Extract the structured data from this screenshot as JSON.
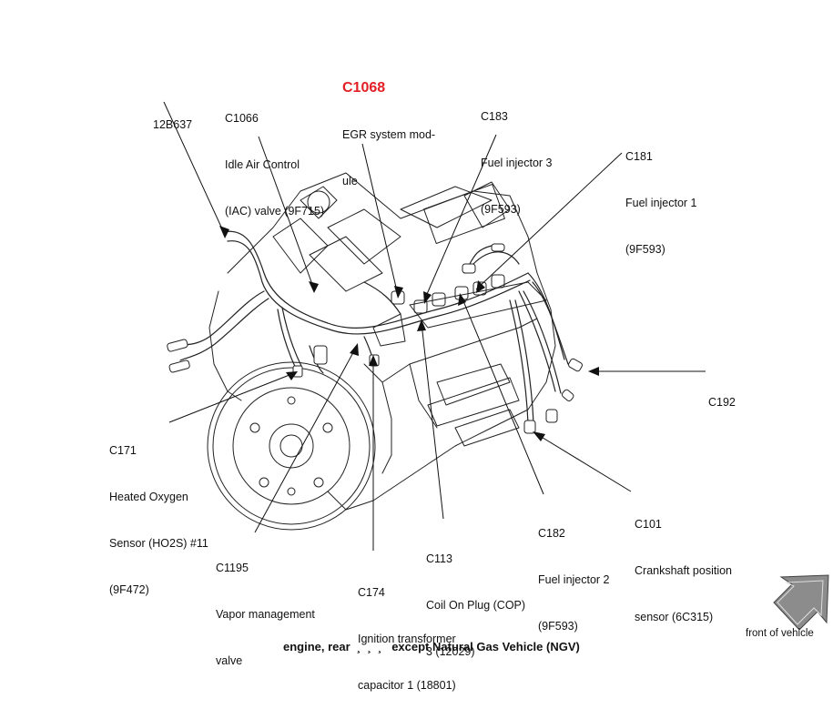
{
  "labels": {
    "p12b637": {
      "line1": "12B637"
    },
    "c1066": {
      "line1": "C1066",
      "line2": "Idle Air Control",
      "line3": "(IAC) valve (9F715)"
    },
    "c1068": {
      "code": "C1068",
      "line1": "EGR system mod-",
      "line2": "ule"
    },
    "c183": {
      "line1": "C183",
      "line2": "Fuel injector 3",
      "line3": "(9F593)"
    },
    "c181": {
      "line1": "C181",
      "line2": "Fuel injector 1",
      "line3": "(9F593)"
    },
    "c192": {
      "line1": "C192"
    },
    "c171": {
      "line1": "C171",
      "line2": "Heated Oxygen",
      "line3": "Sensor (HO2S) #11",
      "line4": "(9F472)"
    },
    "c1195": {
      "line1": "C1195",
      "line2": "Vapor management",
      "line3": "valve"
    },
    "c174": {
      "line1": "C174",
      "line2": "Ignition transformer",
      "line3": "capacitor 1 (18801)"
    },
    "c113": {
      "line1": "C113",
      "line2": "Coil On Plug (COP)",
      "line3": "3 (12029)"
    },
    "c182": {
      "line1": "C182",
      "line2": "Fuel injector 2",
      "line3": "(9F593)"
    },
    "c101": {
      "line1": "C101",
      "line2": "Crankshaft position",
      "line3": "sensor (6C315)"
    }
  },
  "caption": "engine, rear  ¸  ¸  ¸   except Natural Gas Vehicle (NGV)",
  "front_indicator": "front of vehicle",
  "colors": {
    "highlight": "#e31e24",
    "line": "#111111",
    "arrow_fill": "#8c8c8c"
  }
}
